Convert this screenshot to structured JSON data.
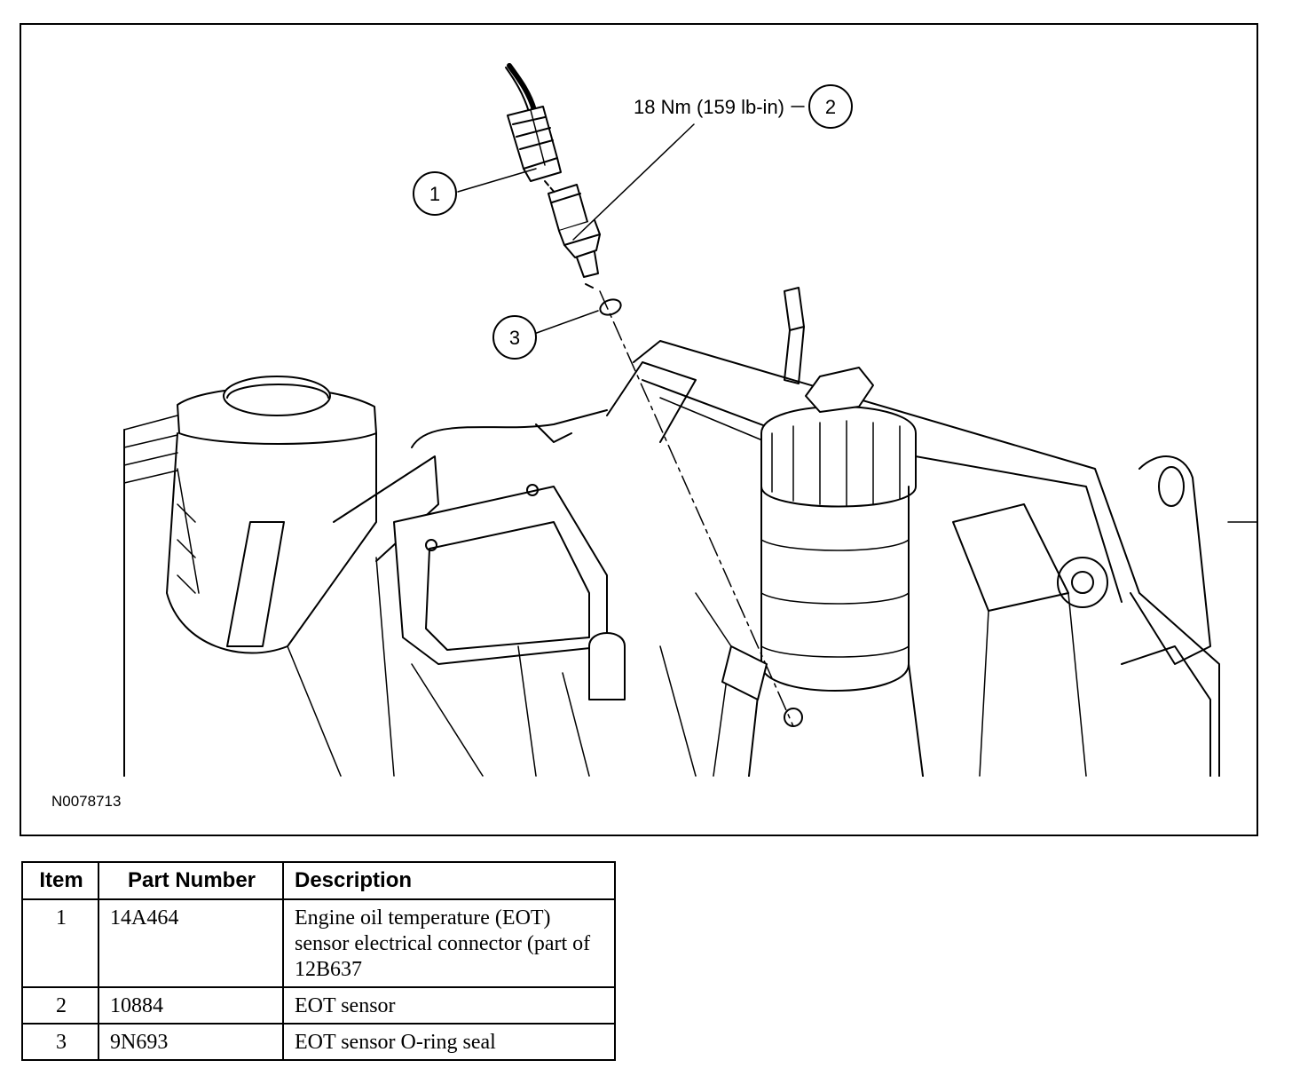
{
  "figure": {
    "id_code": "N0078713",
    "torque_callout": "18 Nm (159 lb-in)",
    "callouts": [
      "1",
      "2",
      "3"
    ]
  },
  "table": {
    "headers": [
      "Item",
      "Part Number",
      "Description"
    ],
    "rows": [
      {
        "item": "1",
        "part_number": "14A464",
        "description": "Engine oil temperature (EOT) sensor electrical connector (part of 12B637"
      },
      {
        "item": "2",
        "part_number": "10884",
        "description": "EOT sensor"
      },
      {
        "item": "3",
        "part_number": "9N693",
        "description": "EOT sensor O-ring seal"
      }
    ]
  }
}
